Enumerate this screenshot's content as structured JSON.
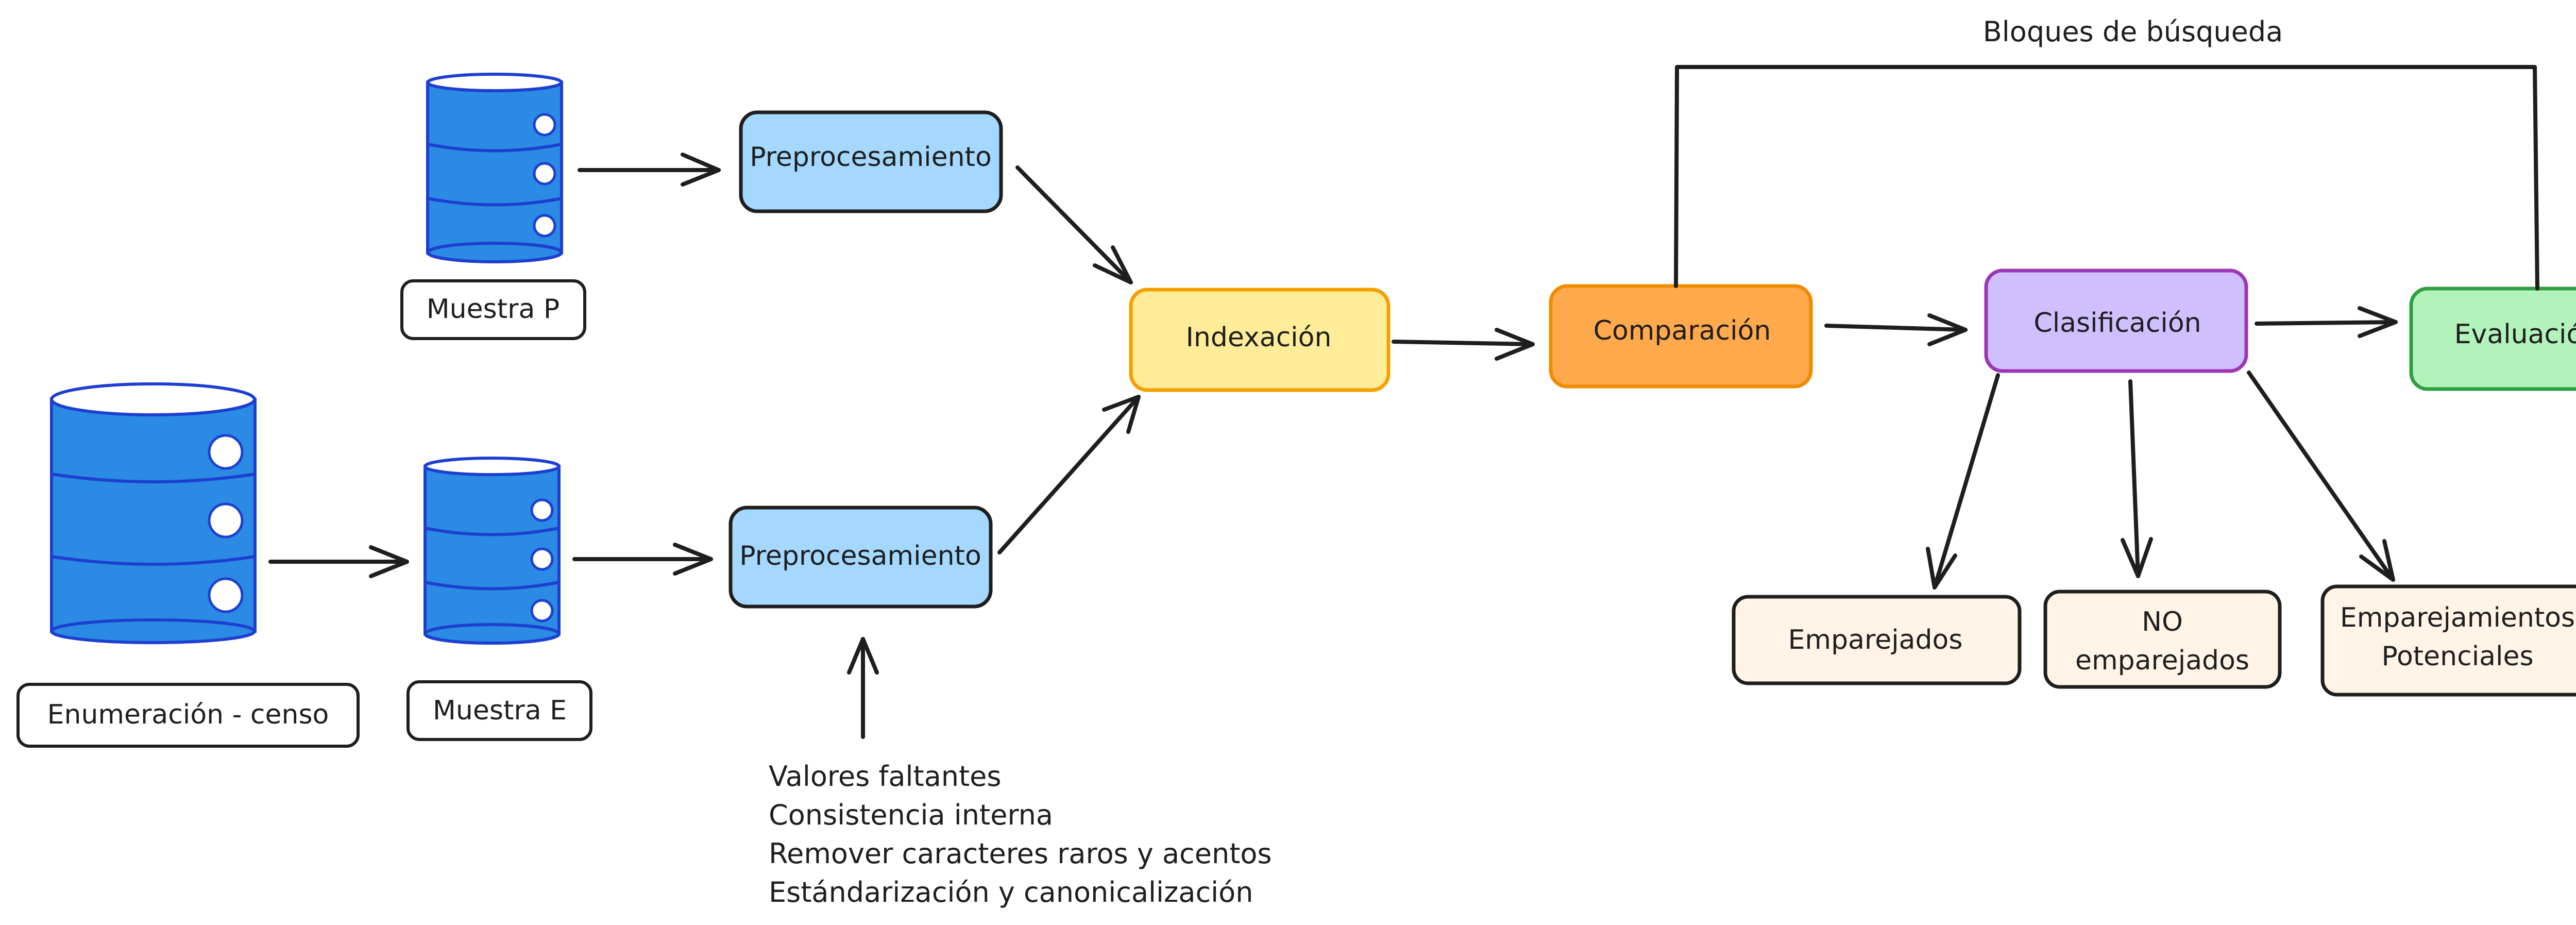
{
  "nodes": {
    "muestra_p": "Muestra P",
    "muestra_e": "Muestra E",
    "censo": "Enumeración - censo",
    "prep_top": "Preprocesamiento",
    "prep_bottom": "Preprocesamiento",
    "indexacion": "Indexación",
    "comparacion": "Comparación",
    "clasificacion": "Clasificación",
    "evaluacion": "Evaluación",
    "emparejados": "Emparejados",
    "no_emparejados": [
      "NO",
      "emparejados"
    ],
    "potenciales": [
      "Emparejamientos",
      "Potenciales"
    ]
  },
  "loop_label": "Bloques de búsqueda",
  "notes": [
    "Valores faltantes",
    "Consistencia interna",
    "Remover caracteres raros y acentos",
    "Estándarización y canonicalización"
  ],
  "colors": {
    "database": "#2b8ae3",
    "prep_fill": "#a5d8ff",
    "index_fill": "#ffec99",
    "index_stroke": "#f59f00",
    "comp_fill": "#ffa94d",
    "comp_stroke": "#f08c00",
    "class_fill": "#d0bfff",
    "class_stroke": "#9c36b5",
    "eval_fill": "#b2f2bb",
    "eval_stroke": "#2f9e44",
    "output_fill": "#fff4e6"
  }
}
